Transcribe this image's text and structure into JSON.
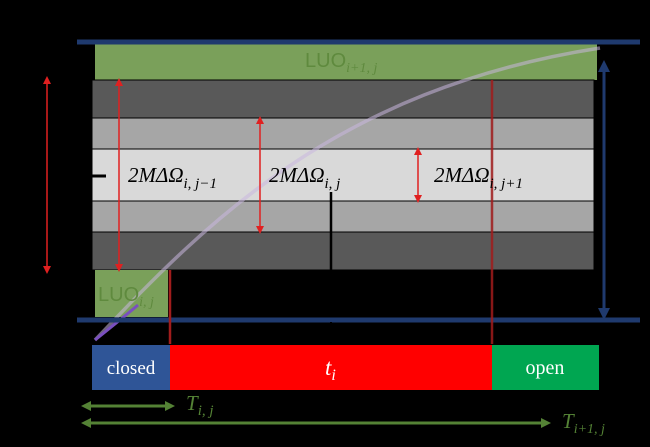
{
  "labels": {
    "luo_upper_base": "LUO",
    "luo_upper_sub": "i+1, j",
    "luo_lower_base": "LUO",
    "luo_lower_sub": "i, j",
    "omega_left_base": "2MΔΩ",
    "omega_left_sub": "i, j−1",
    "omega_center_base": "2MΔΩ",
    "omega_center_sub": "i, j",
    "omega_right_base": "2MΔΩ",
    "omega_right_sub": "i, j+1",
    "bar_closed": "closed",
    "bar_t_base": "t",
    "bar_t_sub": "i",
    "bar_open": "open",
    "T_short_base": "T",
    "T_short_sub": "i, j",
    "T_long_base": "T",
    "T_long_sub": "i+1, j"
  },
  "colors": {
    "background": "#000000",
    "luo_green": "#7aa05a",
    "band_dark": "#595959",
    "band_mid": "#a6a6a6",
    "band_light": "#d9d9d9",
    "navy": "#1f3a6e",
    "red_arrow": "#e02020",
    "dark_red": "#a01c1c",
    "closed_blue": "#2f5597",
    "t_red": "#ff0000",
    "open_green": "#00a651",
    "T_green": "#548235",
    "curve": "#c9b7df"
  }
}
